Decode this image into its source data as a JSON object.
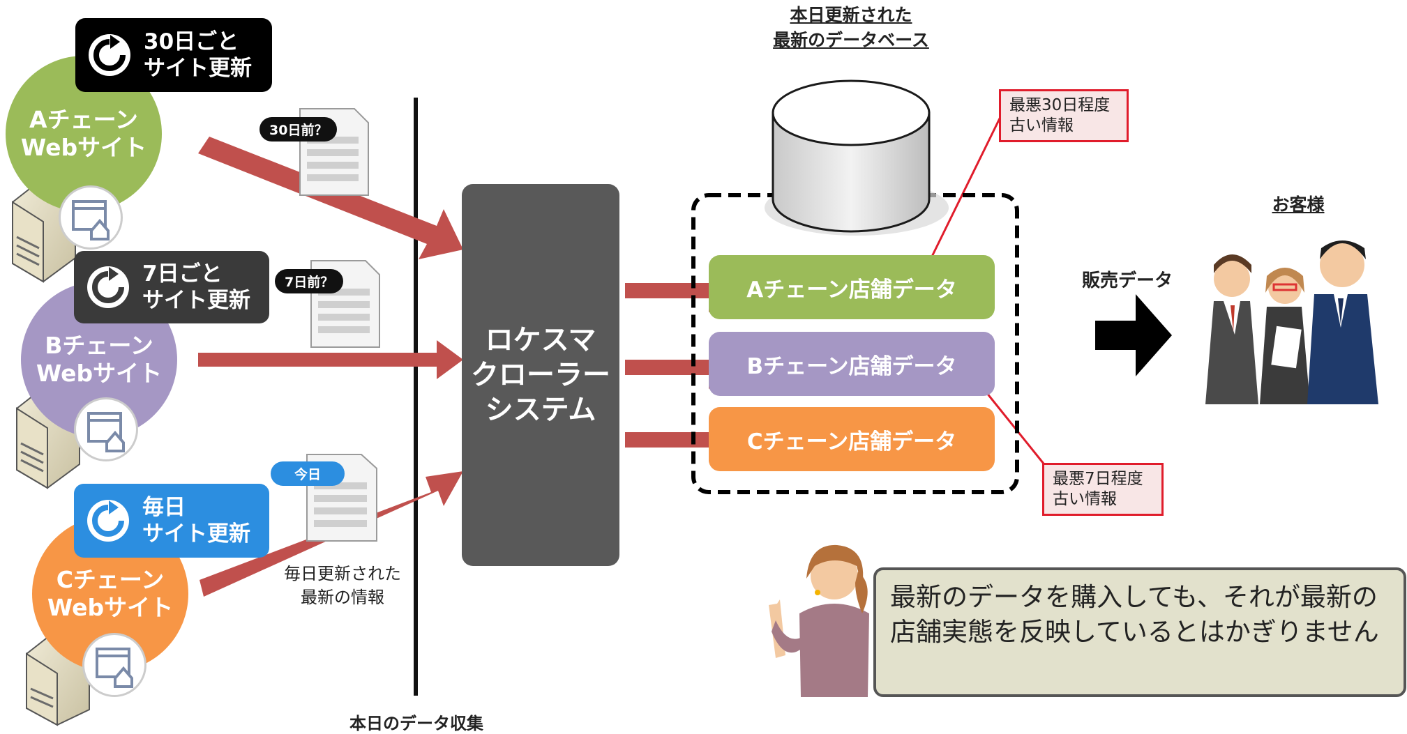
{
  "sites": [
    {
      "line1": "Aチェーン",
      "line2": "Webサイト",
      "color": "#9bbb59"
    },
    {
      "line1": "Bチェーン",
      "line2": "Webサイト",
      "color": "#a597c4"
    },
    {
      "line1": "Cチェーン",
      "line2": "Webサイト",
      "color": "#f79646"
    }
  ],
  "update_badges": [
    {
      "line1": "30日ごと",
      "line2": "サイト更新",
      "color": "#000000"
    },
    {
      "line1": "7日ごと",
      "line2": "サイト更新",
      "color": "#3a3a3a"
    },
    {
      "line1": "毎日",
      "line2": "サイト更新",
      "color": "#2c8ee0"
    }
  ],
  "doc_tags": [
    "30日前？",
    "7日前？",
    "今日"
  ],
  "daily_note": {
    "line1": "毎日更新された",
    "line2": "最新の情報"
  },
  "collection_label": "本日のデータ収集",
  "crawler": {
    "line1": "ロケスマ",
    "line2": "クローラー",
    "line3": "システム"
  },
  "database_title": {
    "line1": "本日更新された",
    "line2": "最新のデータベース"
  },
  "stores": [
    {
      "label": "Aチェーン店舗データ",
      "color": "#9bbb59"
    },
    {
      "label": "Bチェーン店舗データ",
      "color": "#a597c4"
    },
    {
      "label": "Cチェーン店舗データ",
      "color": "#f79646"
    }
  ],
  "warnings": [
    {
      "line1": "最悪30日程度",
      "line2": "古い情報"
    },
    {
      "line1": "最悪7日程度",
      "line2": "古い情報"
    }
  ],
  "sales_label": "販売データ",
  "customers_label": "お客様",
  "callout": {
    "line1": "最新のデータを購入しても、それが最新の",
    "line2": "店舗実態を反映しているとはかぎりません"
  },
  "colors": {
    "arrow": "#c0504d",
    "warning_border": "#e01c2b",
    "crawler": "#595959"
  }
}
